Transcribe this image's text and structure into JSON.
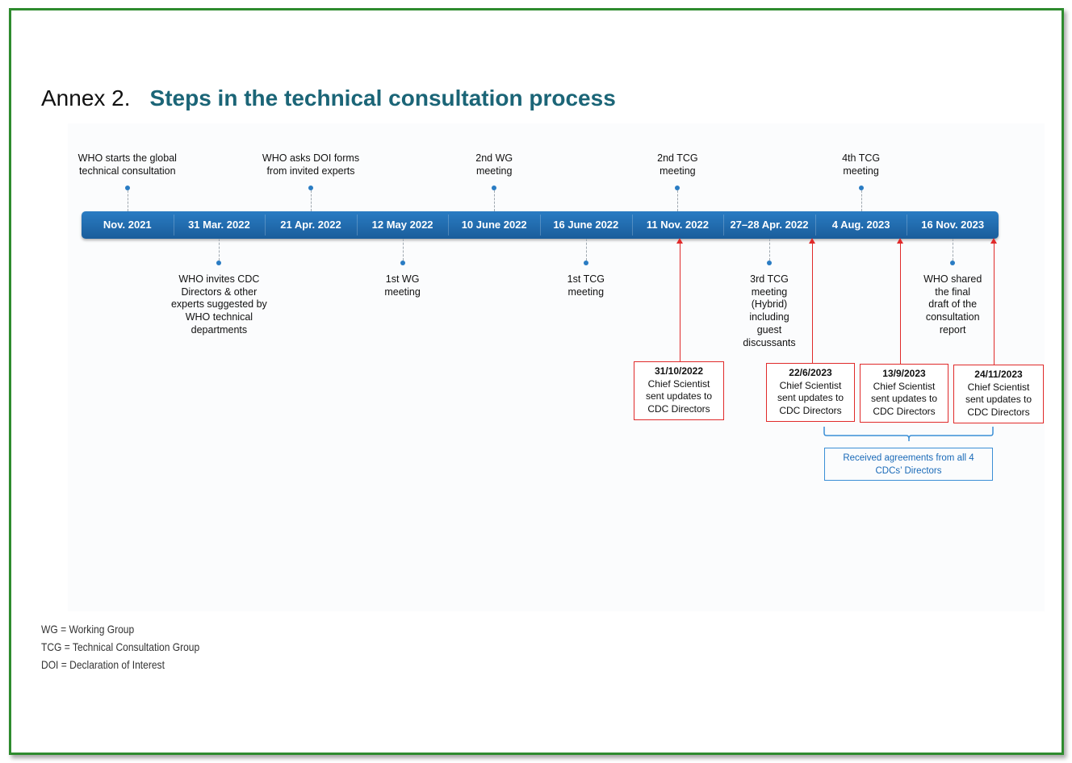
{
  "heading": {
    "label": "Annex 2.",
    "title": "Steps in the technical consultation process"
  },
  "timeline": {
    "segments": [
      "Nov. 2021",
      "31 Mar. 2022",
      "21 Apr. 2022",
      "12 May 2022",
      "10 June 2022",
      "16 June 2022",
      "11 Nov. 2022",
      "27–28 Apr. 2022",
      "4 Aug. 2023",
      "16 Nov. 2023"
    ],
    "above": [
      {
        "segment": 0,
        "lines": [
          "WHO starts the global",
          "technical consultation"
        ]
      },
      {
        "segment": 2,
        "lines": [
          "WHO asks DOI forms",
          "from invited experts"
        ]
      },
      {
        "segment": 4,
        "lines": [
          "2nd WG",
          "meeting"
        ]
      },
      {
        "segment": 6,
        "lines": [
          "2nd TCG",
          "meeting"
        ]
      },
      {
        "segment": 8,
        "lines": [
          "4th TCG",
          "meeting"
        ]
      }
    ],
    "below": [
      {
        "segment": 1,
        "lines": [
          "WHO invites CDC",
          "Directors & other",
          "experts suggested by",
          "WHO technical",
          "departments"
        ]
      },
      {
        "segment": 3,
        "lines": [
          "1st WG",
          "meeting"
        ]
      },
      {
        "segment": 5,
        "lines": [
          "1st TCG",
          "meeting"
        ]
      },
      {
        "segment": 7,
        "lines": [
          "3rd TCG",
          "meeting",
          "(Hybrid)",
          "including",
          "guest",
          "discussants"
        ]
      },
      {
        "segment": 9,
        "lines": [
          "WHO shared",
          "the final",
          "draft of the",
          "consultation",
          "report"
        ]
      }
    ],
    "updates": [
      {
        "date": "31/10/2022",
        "lines": [
          "Chief Scientist",
          "sent updates to",
          "CDC Directors"
        ]
      },
      {
        "date": "22/6/2023",
        "lines": [
          "Chief Scientist",
          "sent updates to",
          "CDC Directors"
        ]
      },
      {
        "date": "13/9/2023",
        "lines": [
          "Chief Scientist",
          "sent updates to",
          "CDC Directors"
        ]
      },
      {
        "date": "24/11/2023",
        "lines": [
          "Chief Scientist",
          "sent updates to",
          "CDC Directors"
        ]
      }
    ],
    "agreement": [
      "Received agreements from all 4",
      "CDCs’ Directors"
    ],
    "colors": {
      "bar": "#1f6bb0",
      "update": "#e02a2a",
      "agreement": "#3b8fd6",
      "title": "#1b6577",
      "frame": "#2e8b2e"
    }
  },
  "notes": [
    "WG = Working Group",
    "TCG = Technical Consultation Group",
    "DOI = Declaration of Interest"
  ]
}
